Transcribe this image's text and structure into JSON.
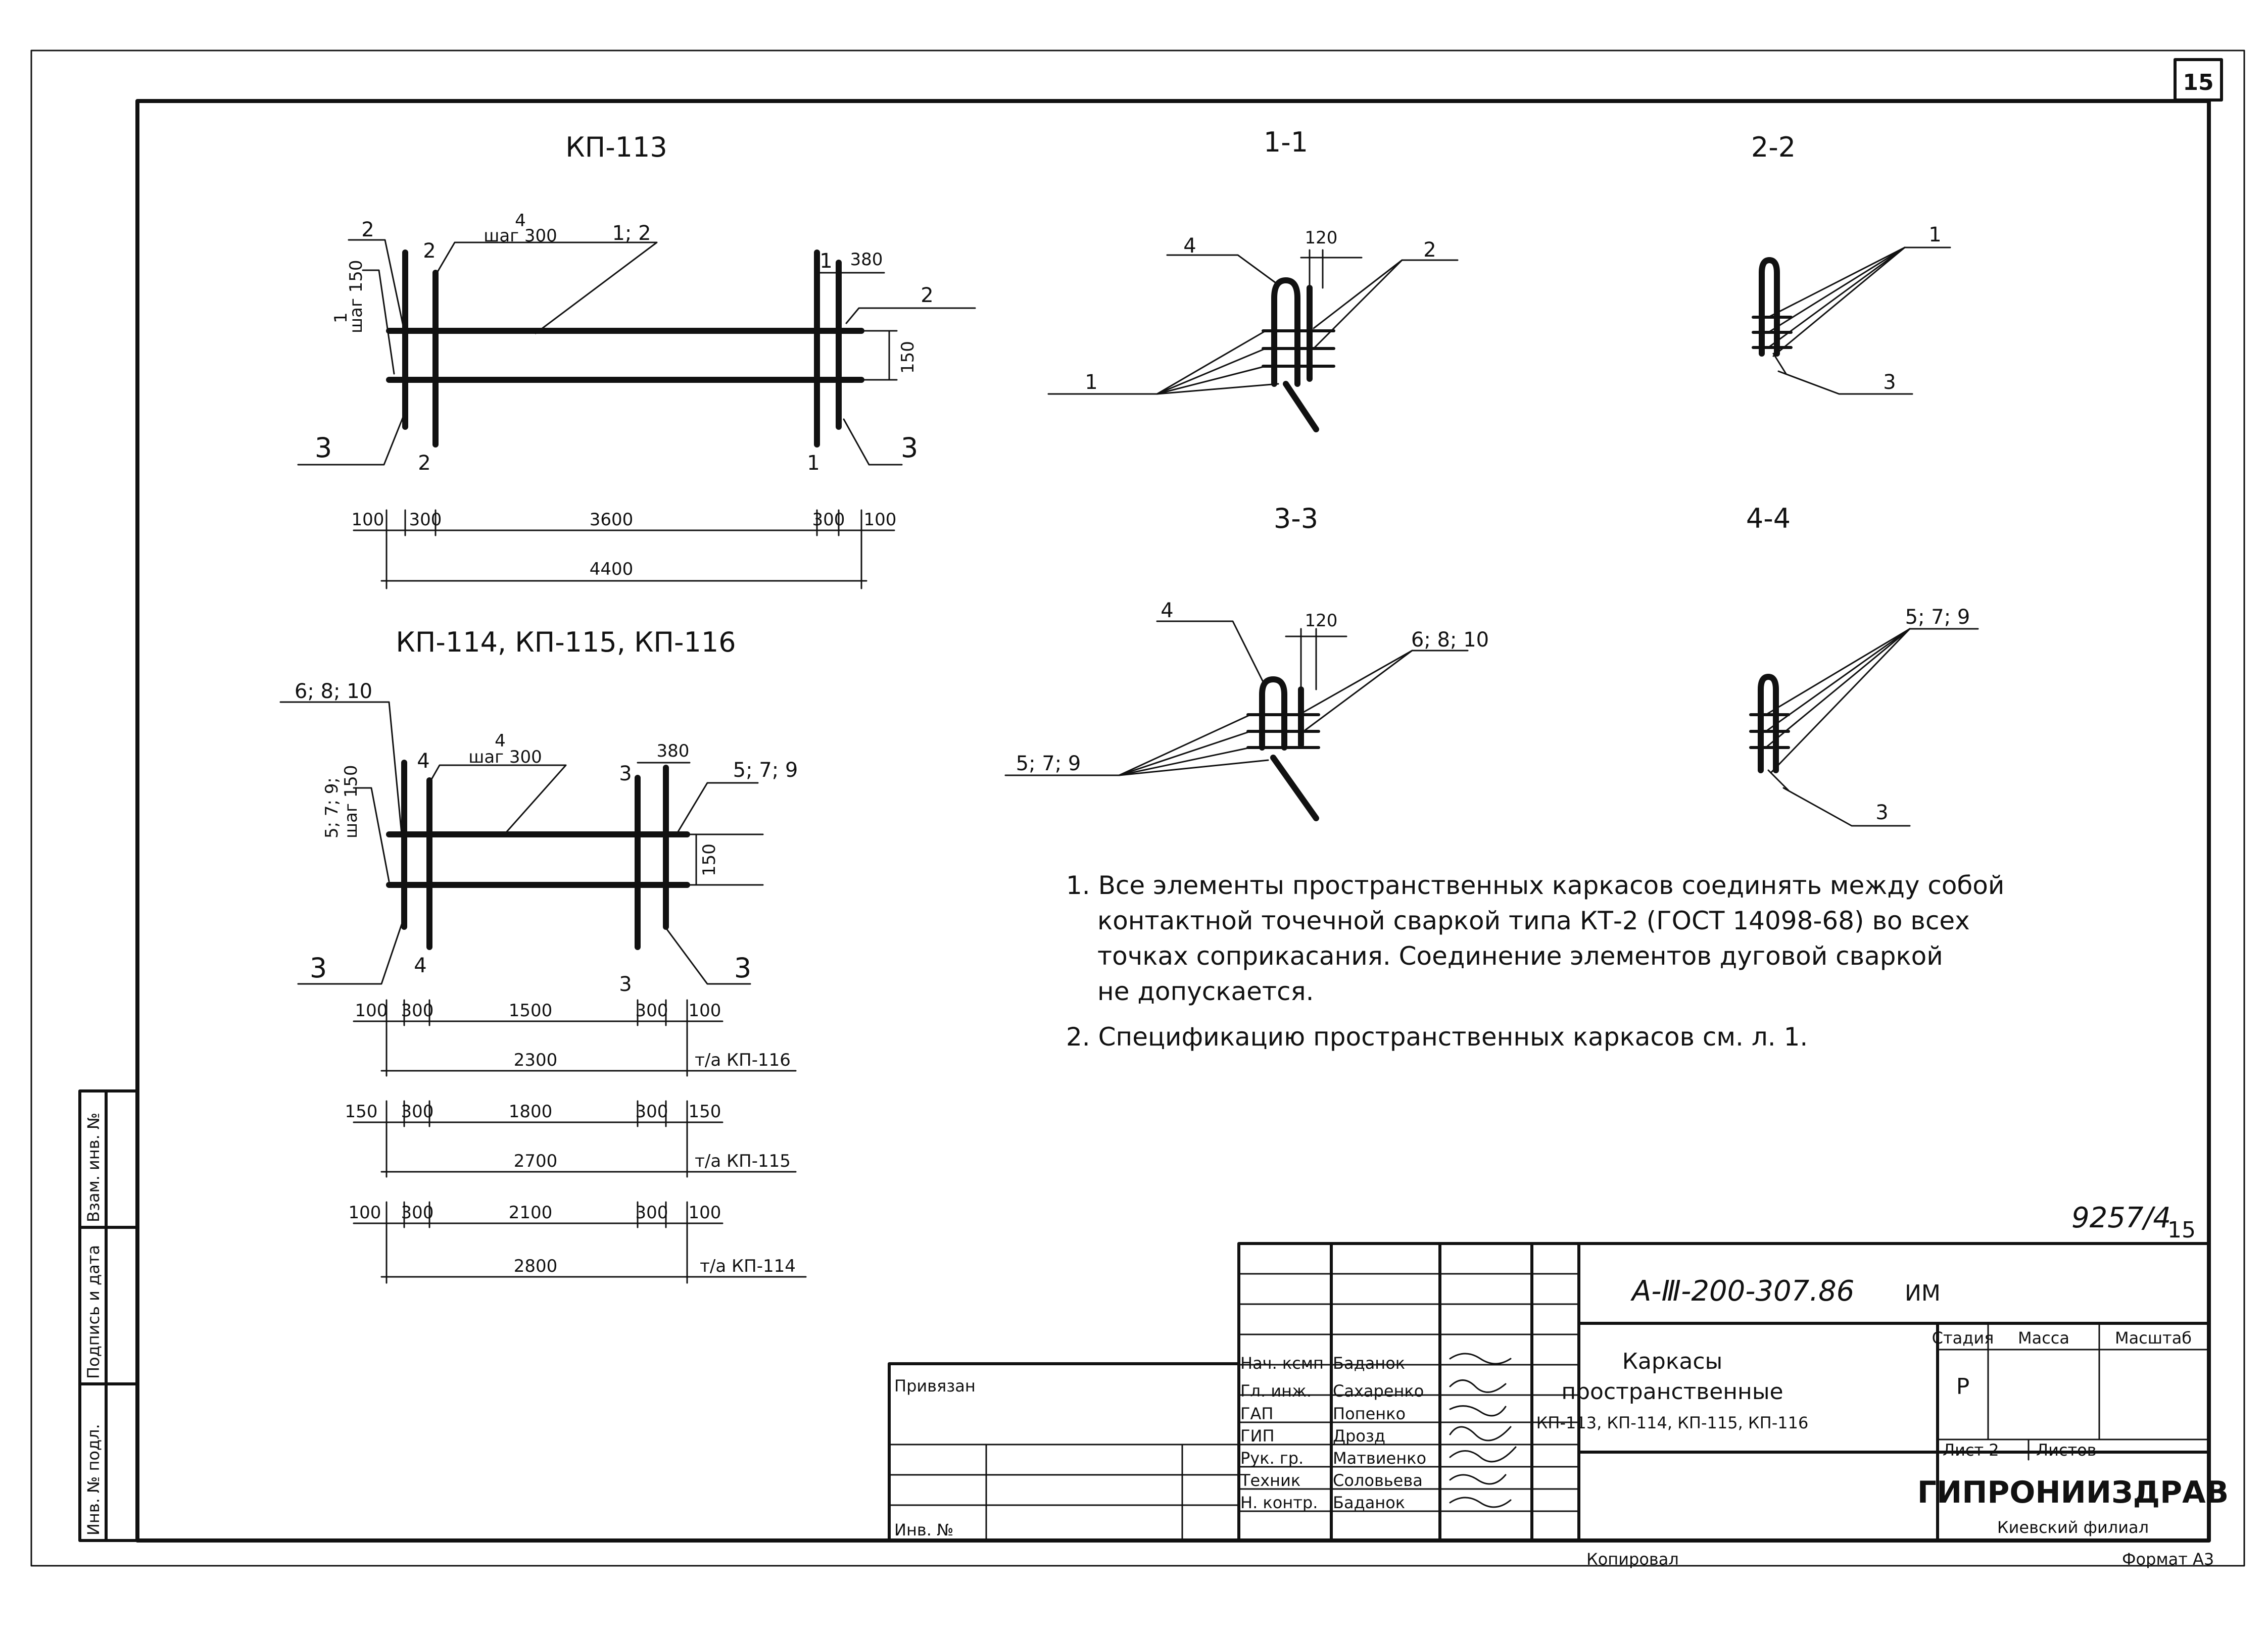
{
  "sheet_number": "15",
  "drawings": {
    "kp113": {
      "title": "КП-113",
      "lead_1_2": "1; 2",
      "lead_4_num": "4",
      "lead_4_spec": "шаг 300",
      "lead_left_num": "1",
      "lead_left_spec": "шаг 150",
      "lead_2_top": "2",
      "lead_2_right": "2",
      "lead_3_left": "3",
      "lead_3_right": "3",
      "sec_2_top": "2",
      "sec_2_bottom": "2",
      "sec_1_top": "1",
      "sec_1_bottom": "1",
      "dim_380": "380",
      "dim_150": "150",
      "dims": [
        "100",
        "300",
        "3600",
        "300",
        "100"
      ],
      "dim_total": "4400"
    },
    "kp114": {
      "title": "КП-114, КП-115, КП-116",
      "lead_6810": "6; 8; 10",
      "lead_4_num": "4",
      "lead_4_spec": "шаг 300",
      "lead_left_num": "5; 7; 9;",
      "lead_left_spec": "шаг 150",
      "lead_579": "5; 7; 9",
      "lead_3_left": "3",
      "lead_3_right": "3",
      "sec_4_top": "4",
      "sec_4_bottom": "4",
      "sec_3_top": "3",
      "sec_3_bottom": "3",
      "dim_380": "380",
      "dim_150": "150",
      "rows": [
        {
          "dims": [
            "100",
            "300",
            "1500",
            "300",
            "100"
          ],
          "total": "2300",
          "label": "т/а КП-116"
        },
        {
          "dims": [
            "150",
            "300",
            "1800",
            "300",
            "150"
          ],
          "total": "2700",
          "label": "т/а КП-115"
        },
        {
          "dims": [
            "100",
            "300",
            "2100",
            "300",
            "100"
          ],
          "total": "2800",
          "label": "т/а КП-114"
        }
      ]
    },
    "section11": {
      "title": "1-1",
      "dim": "120",
      "lead_4": "4",
      "lead_2": "2",
      "lead_1": "1"
    },
    "section22": {
      "title": "2-2",
      "lead_1": "1",
      "lead_3": "3"
    },
    "section33": {
      "title": "3-3",
      "dim": "120",
      "lead_4": "4",
      "lead_6810": "6; 8; 10",
      "lead_579": "5; 7; 9"
    },
    "section44": {
      "title": "4-4",
      "lead_579": "5; 7; 9",
      "lead_3": "3"
    }
  },
  "notes": [
    "1. Все элементы пространственных каркасов соединять между собой",
    "контактной точечной сваркой типа КТ-2 (ГОСТ 14098-68) во всех",
    "точках соприкасания. Соединение элементов дуговой сваркой",
    "не допускается.",
    "2. Спецификацию пространственных каркасов см. л. 1."
  ],
  "archive_number": "9257/4",
  "archive_sheet": "15",
  "side_stamp": [
    "Инв. № подл.",
    "Подпись и дата",
    "Взам. инв. №"
  ],
  "title_block": {
    "doc_code": "А-Ⅲ-200-307.86",
    "doc_suffix": "ИМ",
    "privyazan": "Привязан",
    "inv": "Инв. №",
    "people": [
      {
        "role": "Нач. ксмп",
        "name": "Баданок"
      },
      {
        "role": "Гл. инж.",
        "name": "Сахаренко"
      },
      {
        "role": "ГАП",
        "name": "Попенко"
      },
      {
        "role": "ГИП",
        "name": "Дрозд"
      },
      {
        "role": "Рук. гр.",
        "name": "Матвиенко"
      },
      {
        "role": "Техник",
        "name": "Соловьева"
      },
      {
        "role": "Н. контр.",
        "name": "Баданок"
      }
    ],
    "title_lines": [
      "Каркасы",
      "пространственные",
      "КП-113, КП-114, КП-115, КП-116"
    ],
    "stage_header": "Стадия",
    "mass_header": "Масса",
    "scale_header": "Масштаб",
    "stage": "Р",
    "sheet_label": "Лист 2",
    "sheets_label": "Листов",
    "org": "ГИПРОНИИЗДРАВ",
    "branch": "Киевский филиал",
    "copied": "Копировал",
    "format": "Формат А3"
  }
}
